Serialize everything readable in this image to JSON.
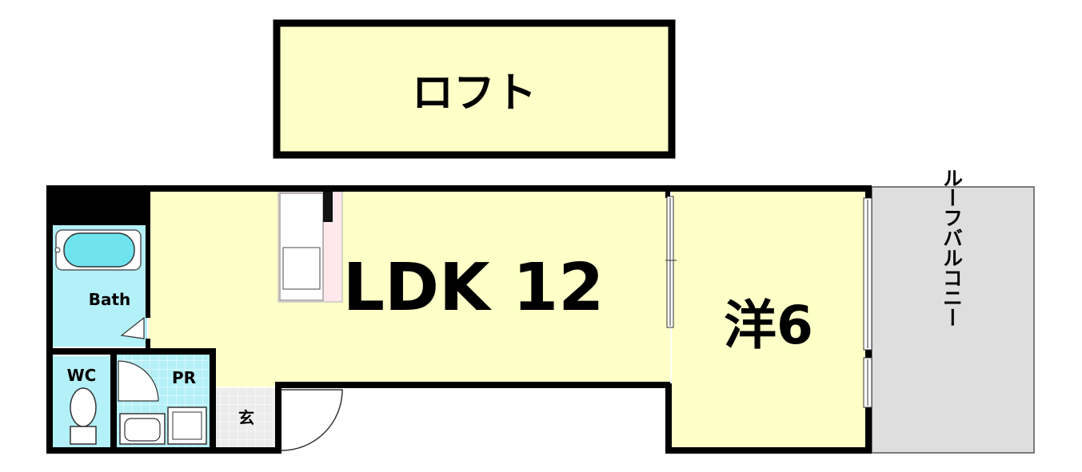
{
  "rooms": {
    "loft": "ロフト",
    "ldk": "LDK 12",
    "western": "洋6",
    "balcony": "ルーフバルコニー",
    "bath": "Bath",
    "wc": "WC",
    "pr": "PR",
    "entrance": "玄"
  },
  "colors": {
    "room_fill": "#ffffc8",
    "wet_fill": "#b3f0f8",
    "balcony_fill": "#dedede",
    "wall": "#000000",
    "kitchen_fill": "#ffe8ec",
    "tub_fill": "#6fe3ee"
  }
}
